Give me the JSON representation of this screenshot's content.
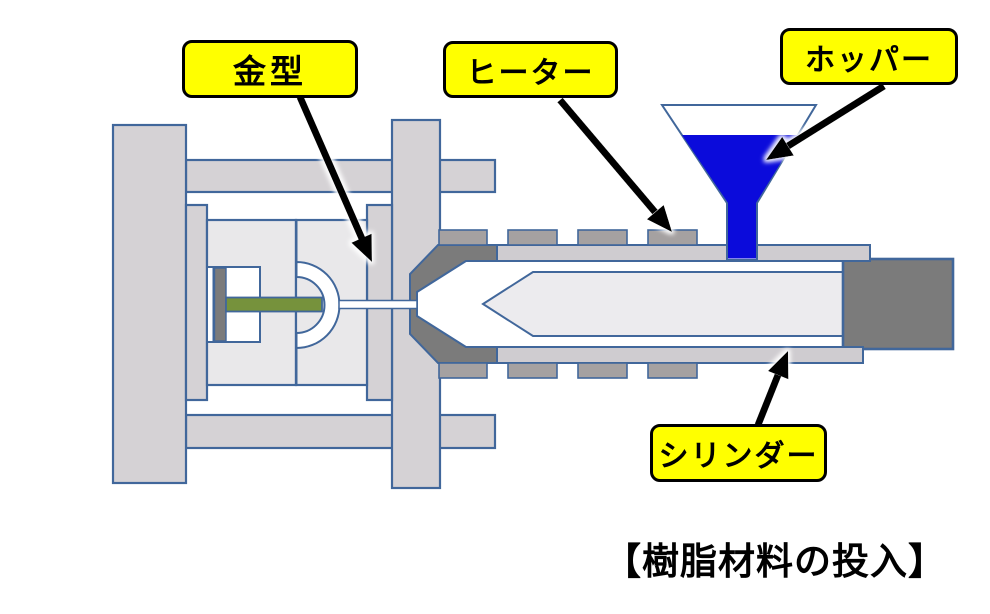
{
  "diagram": {
    "caption": "【樹脂材料の投入】",
    "labels": {
      "mold": "金型",
      "heater": "ヒーター",
      "hopper": "ホッパー",
      "cylinder": "シリンダー"
    },
    "colors": {
      "label_background": "#ffff00",
      "label_border": "#000000",
      "outline_blue": "#41679b",
      "frame_gray": "#d5d2d5",
      "mold_gray": "#e9e8ea",
      "barrel_wall_gray": "#cfccd0",
      "heater_gray": "#a5a1a1",
      "nozzle_dark_gray": "#7b7b7b",
      "screw_fill": "#ecebee",
      "resin_blue": "#0b0bdb",
      "ejector_green": "#76923c",
      "arrow_black": "#000000",
      "caption_text": "#000000"
    }
  }
}
